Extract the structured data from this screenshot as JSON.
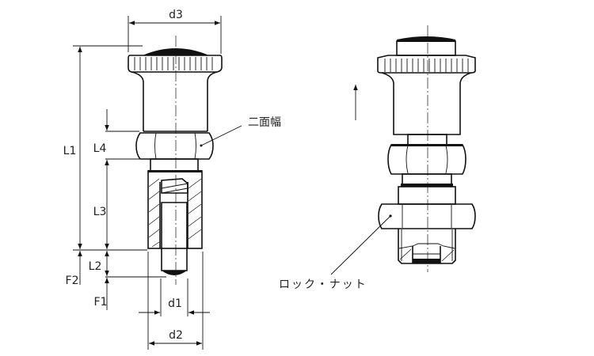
{
  "labels": {
    "d3": "d3",
    "L1": "L1",
    "L4": "L4",
    "L3": "L3",
    "L2": "L2",
    "F2": "F2",
    "F1": "F1",
    "d1": "d1",
    "d2": "d2",
    "width_across_flats": "二面幅",
    "lock_nut": "ロック・ナット"
  },
  "colors": {
    "line": "#111111",
    "background": "#ffffff"
  }
}
